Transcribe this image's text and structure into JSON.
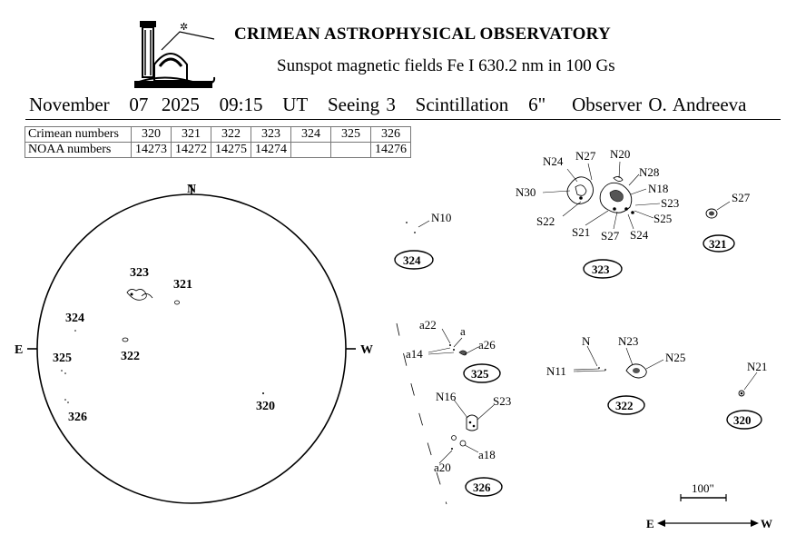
{
  "header": {
    "title": "CRIMEAN ASTROPHYSICAL OBSERVATORY",
    "subtitle": "Sunspot  magnetic  fields  Fe I 630.2 nm in 100 Gs"
  },
  "observation": {
    "month": "November",
    "day": "07",
    "year": "2025",
    "time": "09:15",
    "ut": "UT",
    "seeing_label": "Seeing",
    "seeing": "3",
    "scint_label": "Scintillation",
    "scint": "6\"",
    "observer_label": "Observer",
    "observer": "O. Andreeva"
  },
  "table": {
    "row1_label": "Crimean numbers",
    "row2_label": "NOAA numbers",
    "crimean": [
      "320",
      "321",
      "322",
      "323",
      "324",
      "325",
      "326"
    ],
    "noaa": [
      "14273",
      "14272",
      "14275",
      "14274",
      "",
      "",
      "14276"
    ]
  },
  "disk": {
    "north": "N",
    "east": "E",
    "west": "W",
    "labels": {
      "r323": "323",
      "r321": "321",
      "r324": "324",
      "r322": "322",
      "r325": "325",
      "r326": "326",
      "r320": "320"
    }
  },
  "regions": {
    "r324": {
      "id": "324",
      "labels": [
        "N10"
      ]
    },
    "r323": {
      "id": "323",
      "labels": [
        "N24",
        "N27",
        "N20",
        "N28",
        "N18",
        "S23",
        "S25",
        "N30",
        "S22",
        "S21",
        "S27",
        "S24"
      ]
    },
    "r321": {
      "id": "321",
      "labels": [
        "S27"
      ]
    },
    "r325": {
      "id": "325",
      "labels": [
        "a22",
        "a",
        "a26",
        "a14"
      ]
    },
    "r322": {
      "id": "322",
      "labels": [
        "N",
        "N23",
        "N25",
        "N11"
      ]
    },
    "r320": {
      "id": "320",
      "labels": [
        "N21"
      ]
    },
    "r326": {
      "id": "326",
      "labels": [
        "N16",
        "S23",
        "a18",
        "a20"
      ]
    }
  },
  "scale": {
    "label": "100\""
  },
  "orientation": {
    "e": "E",
    "w": "W"
  }
}
